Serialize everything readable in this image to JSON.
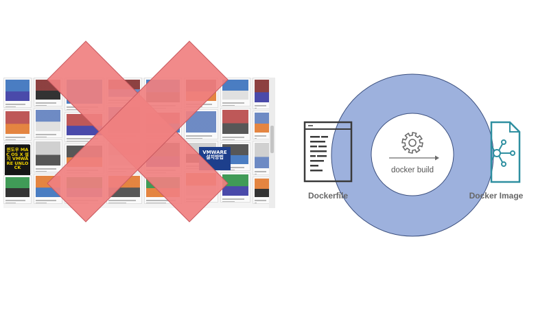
{
  "colors": {
    "cross": "#f08080",
    "cross_stroke": "#c9595f",
    "ring": "#9db1dd",
    "ring_stroke": "#3b4f7e",
    "icon_dark": "#3a3a3a",
    "icon_teal": "#2e8fa0",
    "gear": "#6a6a6a"
  },
  "grid": {
    "tiles": [
      {
        "label": ""
      },
      {
        "label": ""
      },
      {
        "label": ""
      },
      {
        "label": ""
      },
      {
        "label": ""
      },
      {
        "label": "윈도우 MAC OS X 설치 VMWARE UNLOCK"
      },
      {
        "label": "VMWARE 설치방법"
      }
    ]
  },
  "diagram": {
    "input_label": "Dockerfile",
    "process_label": "docker build",
    "output_label": "Docker Image"
  }
}
